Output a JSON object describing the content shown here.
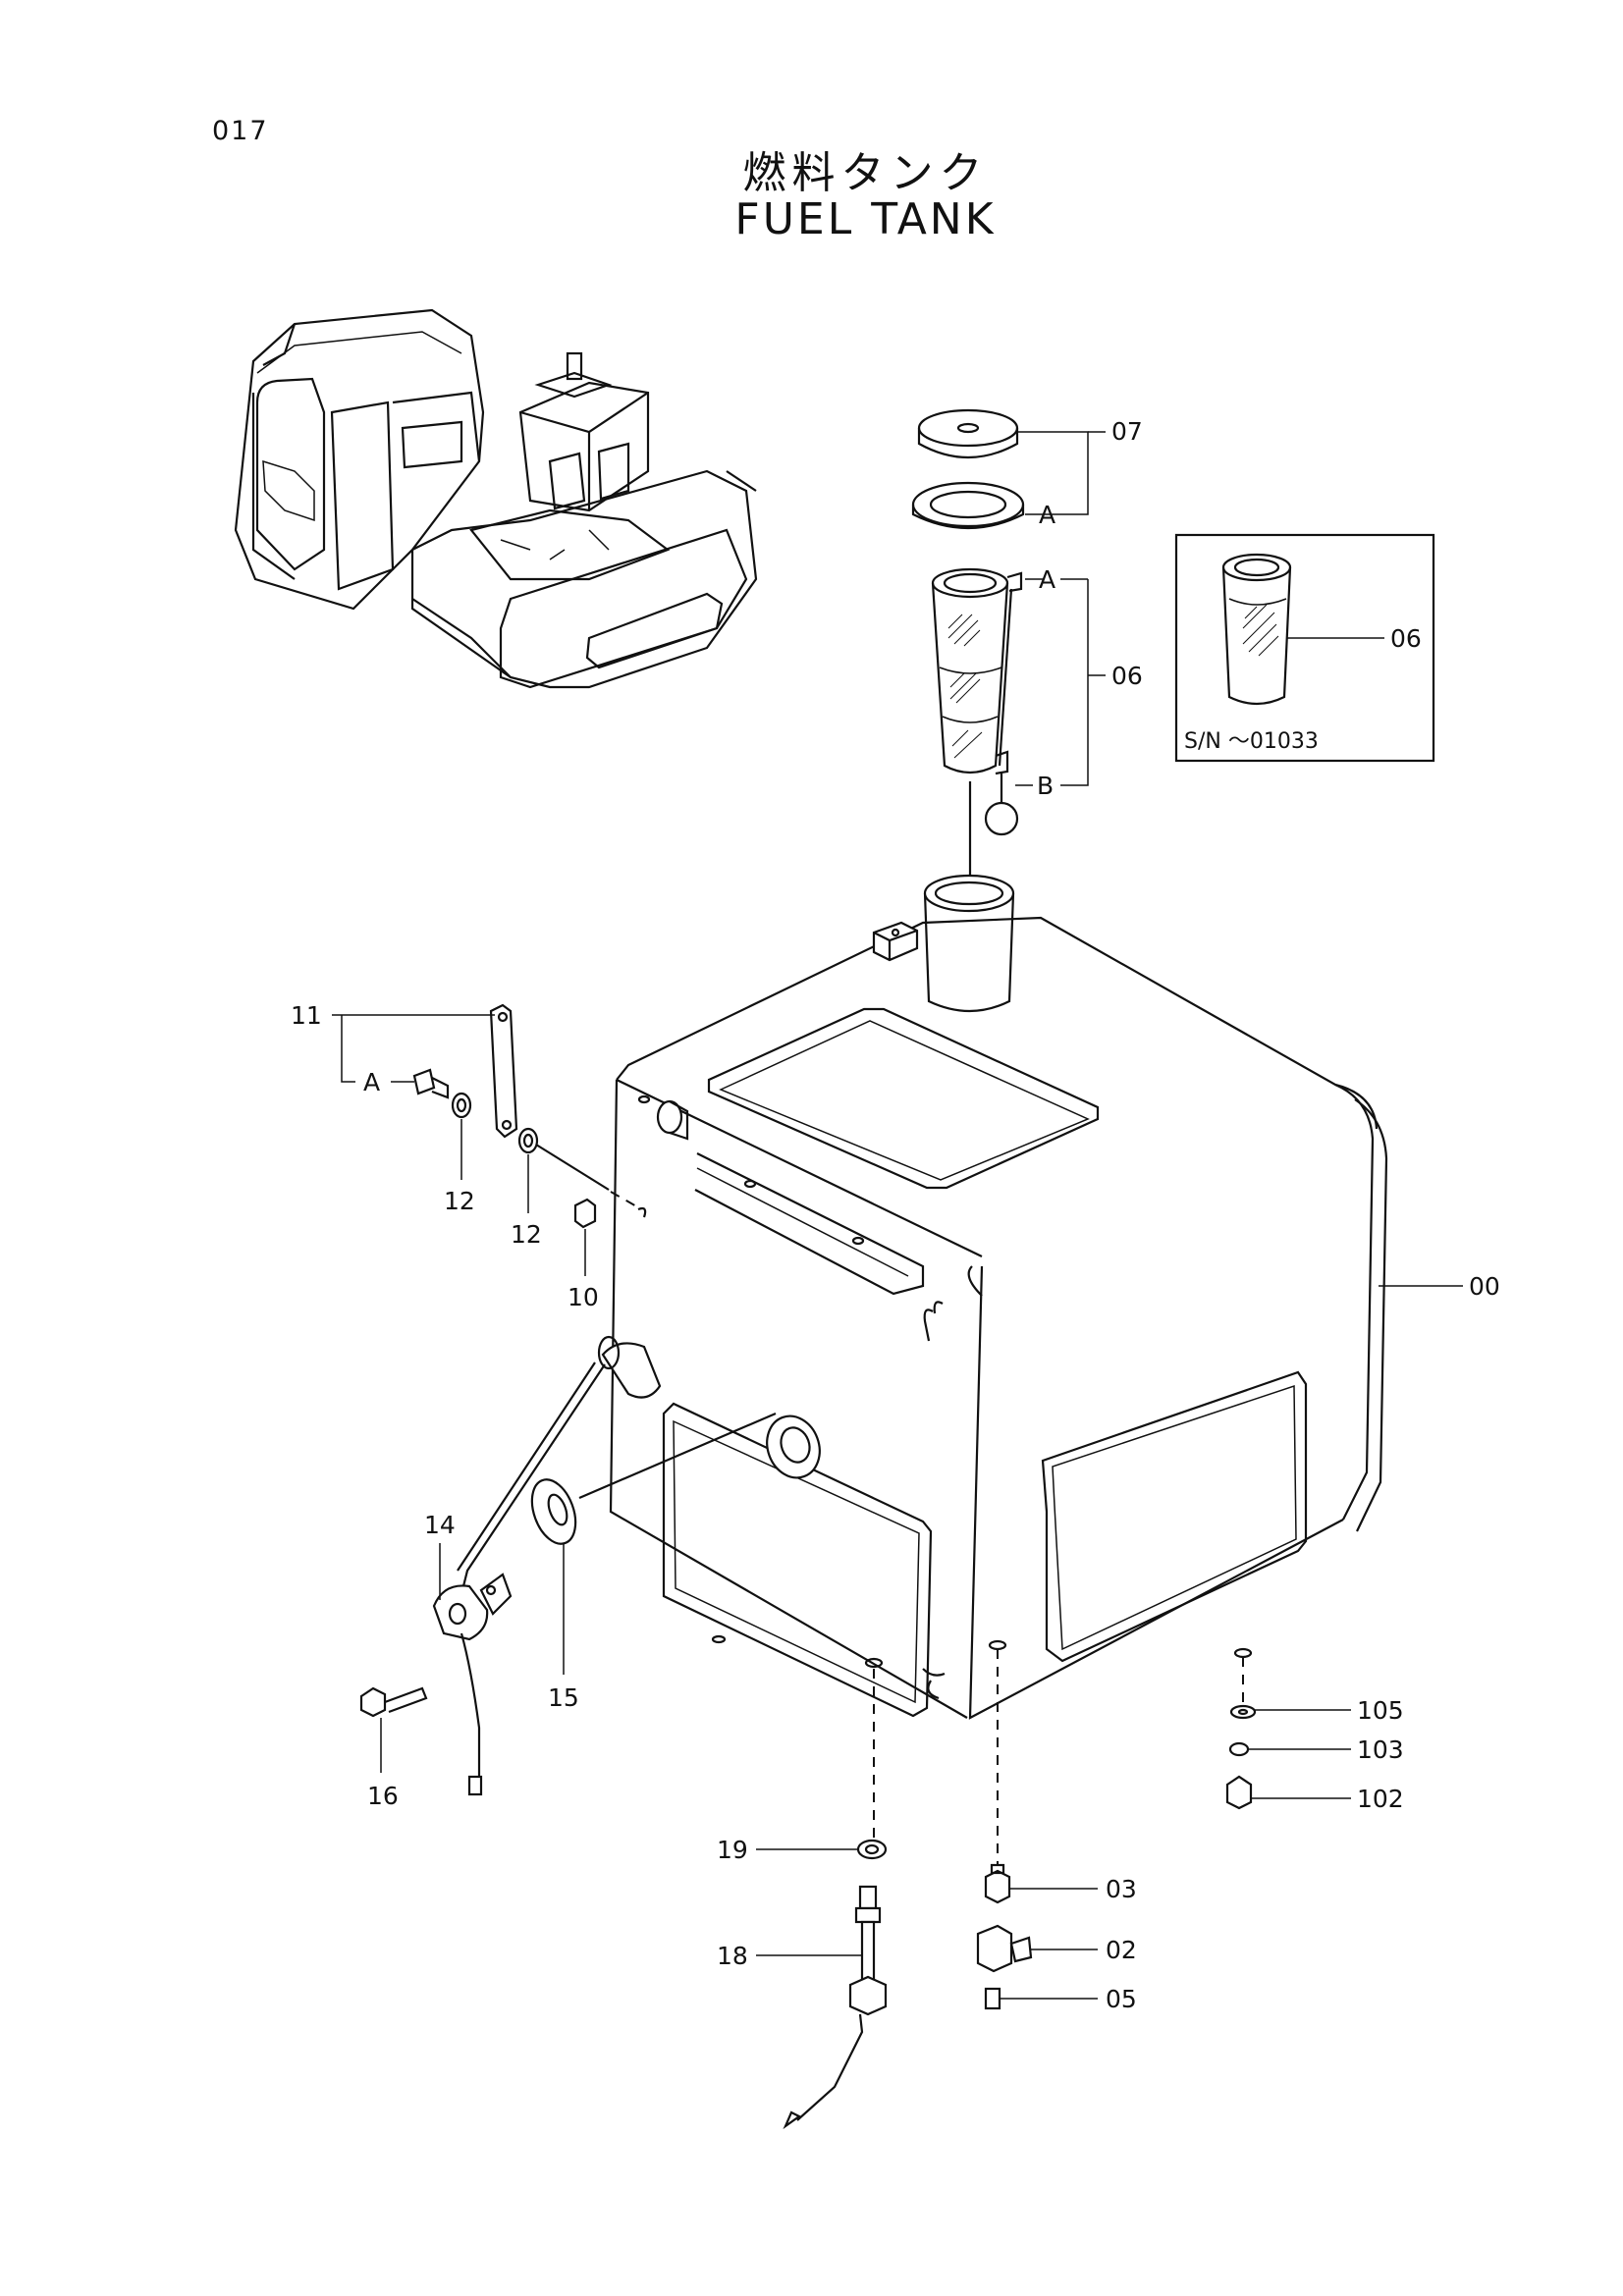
{
  "page": {
    "number": "017",
    "title_jp": "燃料タンク",
    "title_en": "FUEL TANK"
  },
  "inset": {
    "serial": "S/N ～01033",
    "part": "06"
  },
  "callouts": [
    {
      "id": "c07",
      "label": "07"
    },
    {
      "id": "cA1",
      "label": "A"
    },
    {
      "id": "cA2",
      "label": "A"
    },
    {
      "id": "c06",
      "label": "06"
    },
    {
      "id": "cB",
      "label": "B"
    },
    {
      "id": "c11",
      "label": "11"
    },
    {
      "id": "cA3",
      "label": "A"
    },
    {
      "id": "c12a",
      "label": "12"
    },
    {
      "id": "c12b",
      "label": "12"
    },
    {
      "id": "c10",
      "label": "10"
    },
    {
      "id": "c00",
      "label": "00"
    },
    {
      "id": "c14",
      "label": "14"
    },
    {
      "id": "c15",
      "label": "15"
    },
    {
      "id": "c16",
      "label": "16"
    },
    {
      "id": "c19",
      "label": "19"
    },
    {
      "id": "c18",
      "label": "18"
    },
    {
      "id": "c03",
      "label": "03"
    },
    {
      "id": "c02",
      "label": "02"
    },
    {
      "id": "c05",
      "label": "05"
    },
    {
      "id": "c105",
      "label": "105"
    },
    {
      "id": "c103",
      "label": "103"
    },
    {
      "id": "c102",
      "label": "102"
    }
  ]
}
